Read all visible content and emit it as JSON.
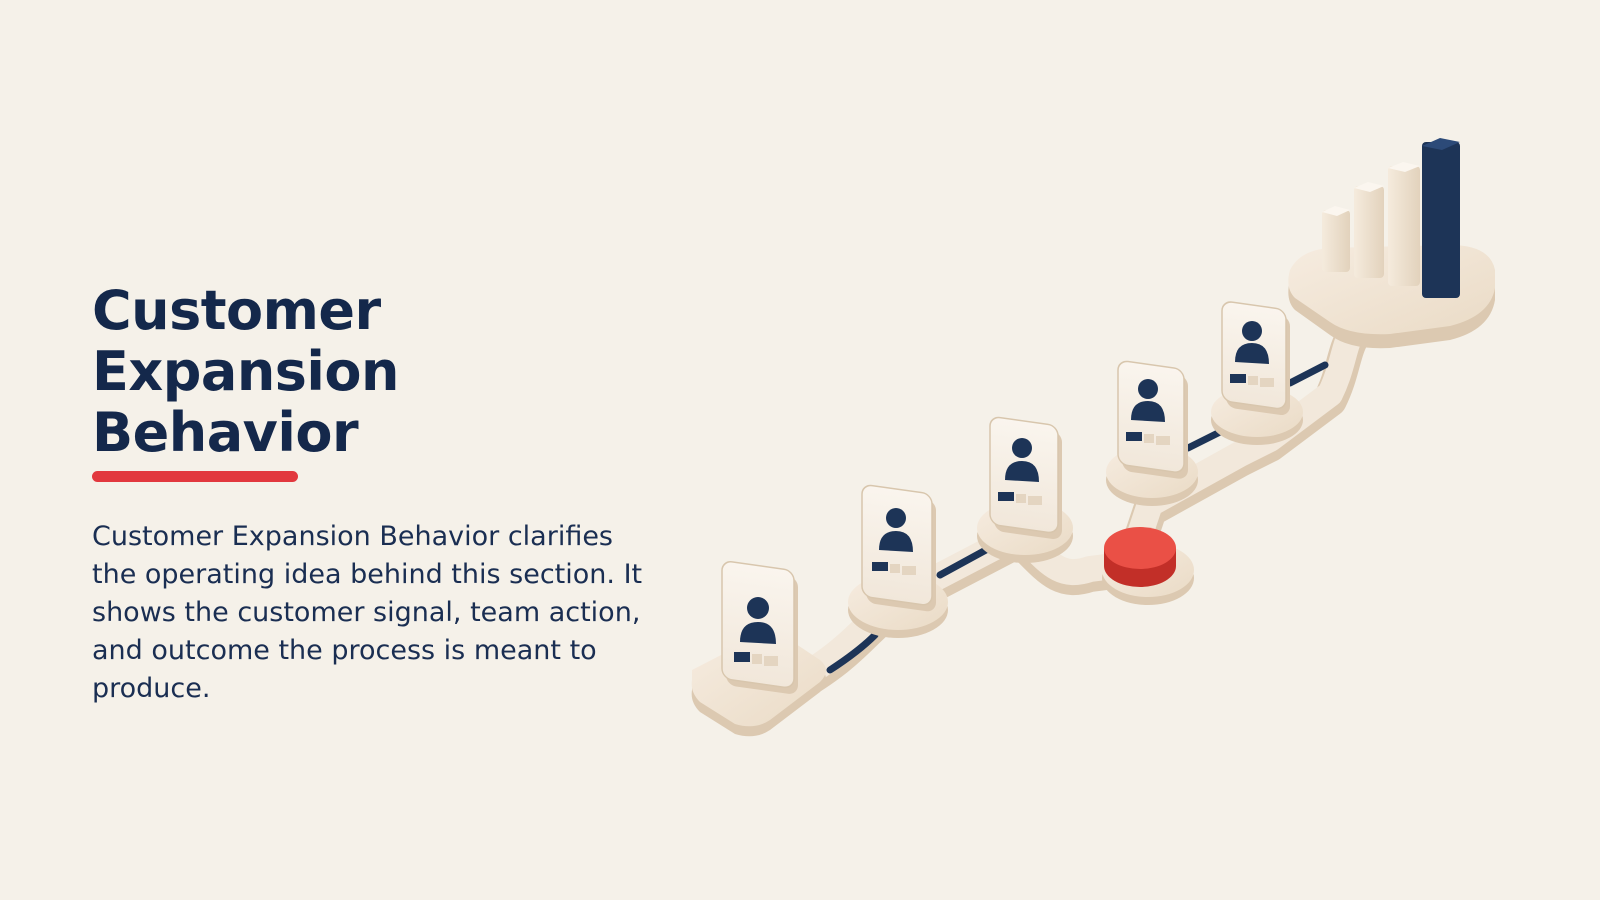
{
  "slide": {
    "title_line_1": "Customer Expansion",
    "title_line_2": "Behavior",
    "body": "Customer Expansion Behavior clarifies the operating idea behind this section. It shows the customer signal, team action, and outcome the process is meant to produce."
  },
  "illustration": {
    "customer_cards": 5,
    "highlight_node": "red-button",
    "end_node": "bar-chart",
    "chart_bars": 4,
    "colors": {
      "navy": "#1d3457",
      "accent_red": "#e2383e",
      "beige": "#ede0cd",
      "background": "#f5f1e9"
    }
  }
}
